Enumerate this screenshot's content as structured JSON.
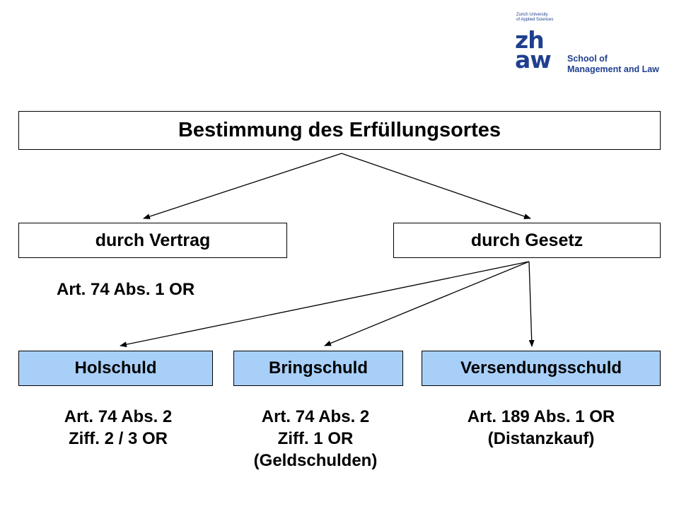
{
  "logo": {
    "small_text": "Zurich University\nof Applied Sciences",
    "mark_top": "zh",
    "mark_bottom": "aw",
    "school": "School of\nManagement and Law",
    "color": "#1f3f8f"
  },
  "diagram": {
    "title": "Bestimmung des Erfüllungsortes",
    "by_contract": "durch Vertrag",
    "by_law": "durch Gesetz",
    "contract_note": "Art. 74 Abs. 1 OR",
    "holschuld": "Holschuld",
    "bringschuld": "Bringschuld",
    "versendungsschuld": "Versendungsschuld",
    "holschuld_note": [
      "Art. 74 Abs. 2",
      "Ziff. 2 / 3 OR"
    ],
    "bringschuld_note": [
      "Art. 74 Abs. 2",
      "Ziff. 1 OR",
      "(Geldschulden)"
    ],
    "versendungsschuld_note": [
      "Art. 189 Abs. 1 OR",
      "(Distanzkauf)"
    ],
    "highlight_color": "#a8cff8"
  }
}
